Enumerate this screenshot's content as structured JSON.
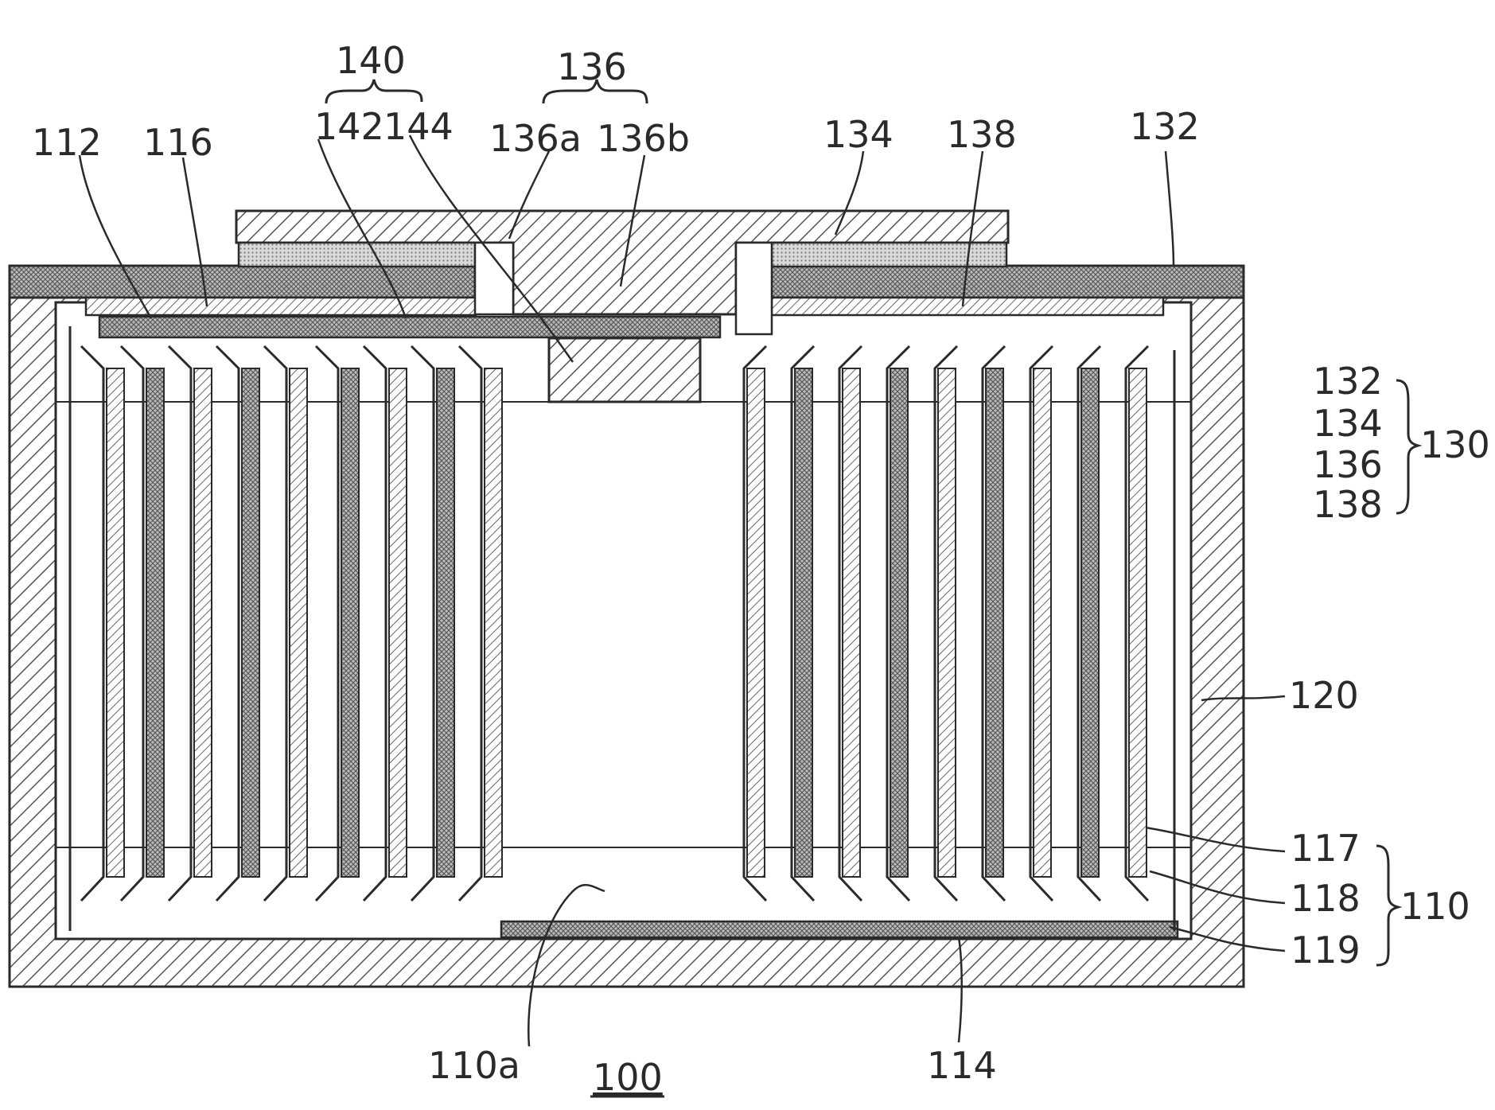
{
  "labels": {
    "l140": "140",
    "l136": "136",
    "l112": "112",
    "l116": "116",
    "l142": "142",
    "l144": "144",
    "l136a": "136a",
    "l136b": "136b",
    "l134": "134",
    "l138": "138",
    "l132": "132",
    "g130_a": "132",
    "g130_b": "134",
    "g130_c": "136",
    "g130_d": "138",
    "l130": "130",
    "l120": "120",
    "l117": "117",
    "l118": "118",
    "l119": "119",
    "l110": "110",
    "l110a": "110a",
    "l114": "114",
    "l100": "100"
  },
  "colors": {
    "line": "#2a2a2a",
    "hatch": "#555555",
    "dots": "#8a8a8a",
    "background": "#ffffff"
  }
}
